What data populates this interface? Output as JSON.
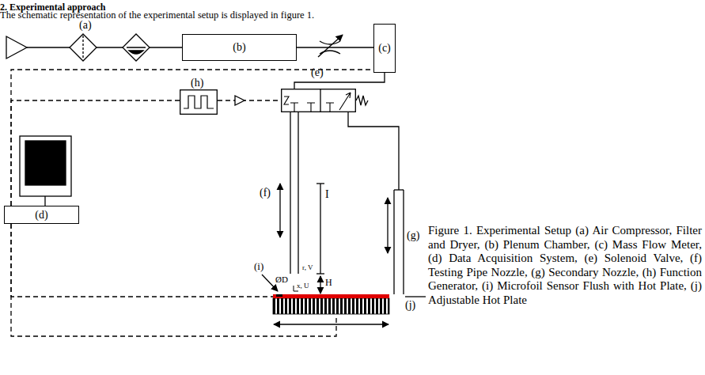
{
  "diagram": {
    "title": "2. Experimental approach",
    "caption": "Figure 1. Experimental Setup (a) Air Compressor, Filter and Dryer, (b) Plenum Chamber, (c) Mass Flow Meter, (d) Data Acquisition System, (e) Solenoid Valve, (f) Testing Pipe Nozzle, (g) Secondary Nozzle, (h) Function Generator, (i) Microfoil Sensor Flush with Hot Plate, (j) Adjustable Hot Plate",
    "nodes": [
      {
        "text": [
          "(b)"
        ]
      },
      {
        "text": [
          "(c)"
        ]
      },
      {
        "text": [
          "(h)"
        ]
      },
      {
        "text": [
          "(e)"
        ]
      },
      {
        "text": [
          "(d)"
        ]
      },
      {
        "text": [
          "(j)"
        ]
      }
    ],
    "edges": [
      {
        "from": 0,
        "to": 1,
        "arrow": "none"
      },
      {
        "from": 1,
        "to": 3,
        "arrow": "none"
      },
      {
        "from": 2,
        "to": 3,
        "arrow": "none"
      },
      {
        "from": 4,
        "to": 1,
        "arrow": "none"
      },
      {
        "from": 4,
        "to": 2,
        "arrow": "none"
      },
      {
        "from": 4,
        "to": 5,
        "arrow": "none"
      },
      {
        "from": 4,
        "to": 5,
        "arrow": "none"
      }
    ],
    "labels": [
      "The schematic representation of the experimental setup is displayed in figure 1.",
      "(a)",
      "(f)",
      "I",
      "(g)",
      "ØD",
      "r, V",
      "(i)",
      "H",
      "x, U"
    ]
  }
}
